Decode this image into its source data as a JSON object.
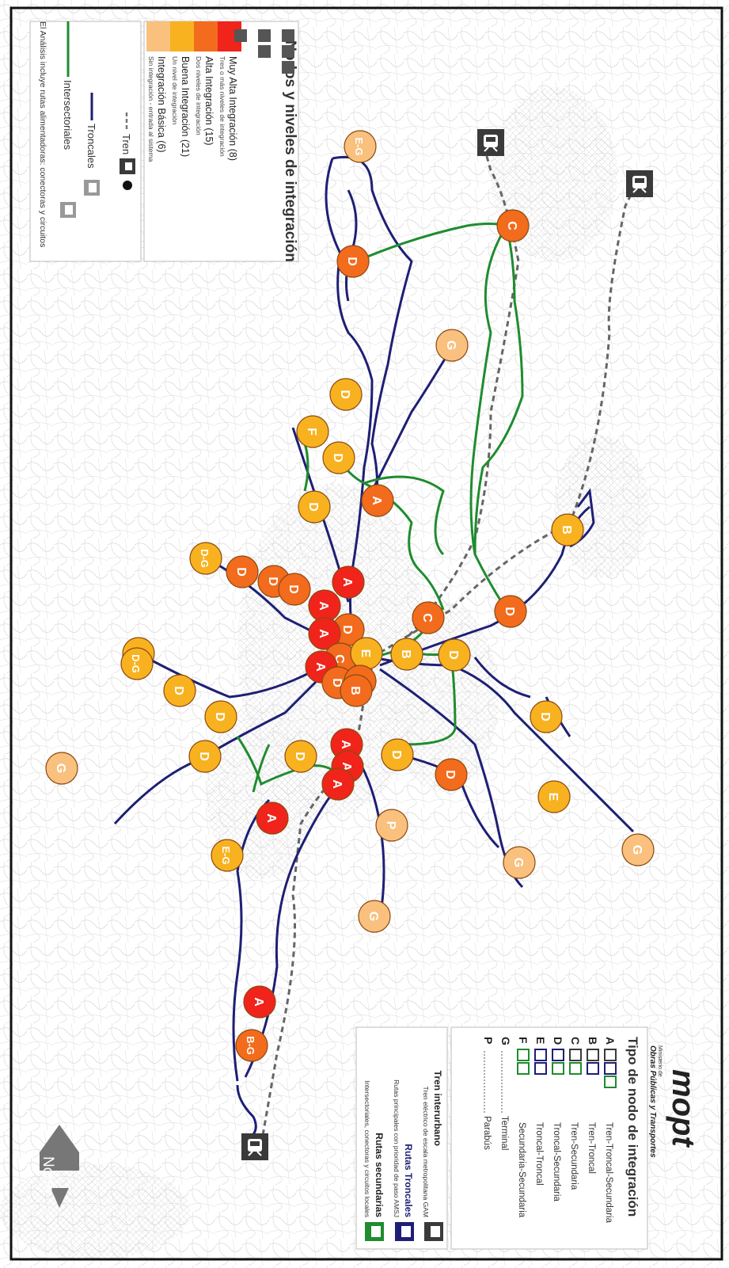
{
  "legend_levels": {
    "title": "Nodos y niveles de integración",
    "items": [
      {
        "label": "Muy Alta Integración (8)",
        "sub": "Tres o más niveles de integración",
        "color": "#f0241b"
      },
      {
        "label": "Alta Integración (15)",
        "sub": "Dos niveles de integración",
        "color": "#f36b1c"
      },
      {
        "label": "Buena Integración (21)",
        "sub": "Un nivel de integración",
        "color": "#f8b21f"
      },
      {
        "label": "Integración Básica (6)",
        "sub": "Sin integración - entrada al sistema",
        "color": "#f9c07e"
      }
    ]
  },
  "legend_lines": {
    "items": [
      {
        "label": "Tren",
        "color": "#777777",
        "style": "dashed"
      },
      {
        "label": "Troncales",
        "color": "#1e1f74",
        "style": "solid"
      },
      {
        "label": "Intersectoriales",
        "color": "#1f8c2f",
        "style": "solid"
      }
    ],
    "note": "El Análisis incluye rutas alimentadoras: conectoras y circuitos"
  },
  "legend_types": {
    "title": "Tipo de nodo de integración",
    "items": [
      {
        "code": "A",
        "desc": "Tren-Troncal-Secundaria"
      },
      {
        "code": "B",
        "desc": "Tren-Troncal"
      },
      {
        "code": "C",
        "desc": "Tren-Secundaria"
      },
      {
        "code": "D",
        "desc": "Troncal-Secundaria"
      },
      {
        "code": "E",
        "desc": "Troncal-Troncal"
      },
      {
        "code": "F",
        "desc": "Secundaria-Secundaria"
      },
      {
        "code": "G",
        "desc": "Terminal"
      },
      {
        "code": "P",
        "desc": "Parabús"
      }
    ]
  },
  "legend_routes": {
    "items": [
      {
        "title": "Tren interurbano",
        "sub": "Tren eléctrico de escala metropolitana GAM"
      },
      {
        "title": "Rutas Troncales",
        "sub": "Rutas principales con prioridad de paso AMSJ"
      },
      {
        "title": "Rutas secundarias",
        "sub": "Intersectoriales, conectoras y circuitos locales"
      }
    ]
  },
  "logo": {
    "brand": "mopt",
    "tag1": "Ministerio de",
    "tag2": "Obras Públicas y Transportes"
  },
  "north_label": "Norte",
  "colors": {
    "tren": "#777777",
    "troncal": "#1e1f74",
    "intersectorial": "#1f8c2f"
  },
  "nodes": [
    {
      "label": "E-G",
      "level": 3
    },
    {
      "label": "D",
      "level": 1
    },
    {
      "label": "C",
      "level": 1
    },
    {
      "label": "G",
      "level": 3
    },
    {
      "label": "D",
      "level": 2
    },
    {
      "label": "F",
      "level": 2
    },
    {
      "label": "D",
      "level": 2
    },
    {
      "label": "A",
      "level": 1
    },
    {
      "label": "D",
      "level": 2
    },
    {
      "label": "B",
      "level": 2
    },
    {
      "label": "D-G",
      "level": 2
    },
    {
      "label": "D",
      "level": 1
    },
    {
      "label": "D",
      "level": 1
    },
    {
      "label": "D",
      "level": 1
    },
    {
      "label": "A",
      "level": 0
    },
    {
      "label": "A",
      "level": 0
    },
    {
      "label": "D",
      "level": 1
    },
    {
      "label": "A",
      "level": 0
    },
    {
      "label": "C",
      "level": 1
    },
    {
      "label": "D",
      "level": 1
    },
    {
      "label": "D",
      "level": 2
    },
    {
      "label": "C",
      "level": 1
    },
    {
      "label": "E",
      "level": 2
    },
    {
      "label": "B",
      "level": 2
    },
    {
      "label": "D",
      "level": 2
    },
    {
      "label": "A",
      "level": 0
    },
    {
      "label": "D",
      "level": 1
    },
    {
      "label": "B",
      "level": 1
    },
    {
      "label": "D-G",
      "level": 2
    },
    {
      "label": "B",
      "level": 1
    },
    {
      "label": "D",
      "level": 2
    },
    {
      "label": "D",
      "level": 2
    },
    {
      "label": "D",
      "level": 2
    },
    {
      "label": "A",
      "level": 0
    },
    {
      "label": "A",
      "level": 0
    },
    {
      "label": "A",
      "level": 0
    },
    {
      "label": "D",
      "level": 2
    },
    {
      "label": "D",
      "level": 2
    },
    {
      "label": "D",
      "level": 2
    },
    {
      "label": "G",
      "level": 3
    },
    {
      "label": "E",
      "level": 2
    },
    {
      "label": "A",
      "level": 0
    },
    {
      "label": "D",
      "level": 1
    },
    {
      "label": "P",
      "level": 3
    },
    {
      "label": "E-G",
      "level": 2
    },
    {
      "label": "G",
      "level": 3
    },
    {
      "label": "G",
      "level": 3
    },
    {
      "label": "G",
      "level": 3
    },
    {
      "label": "A",
      "level": 0
    },
    {
      "label": "B-G",
      "level": 1
    }
  ]
}
